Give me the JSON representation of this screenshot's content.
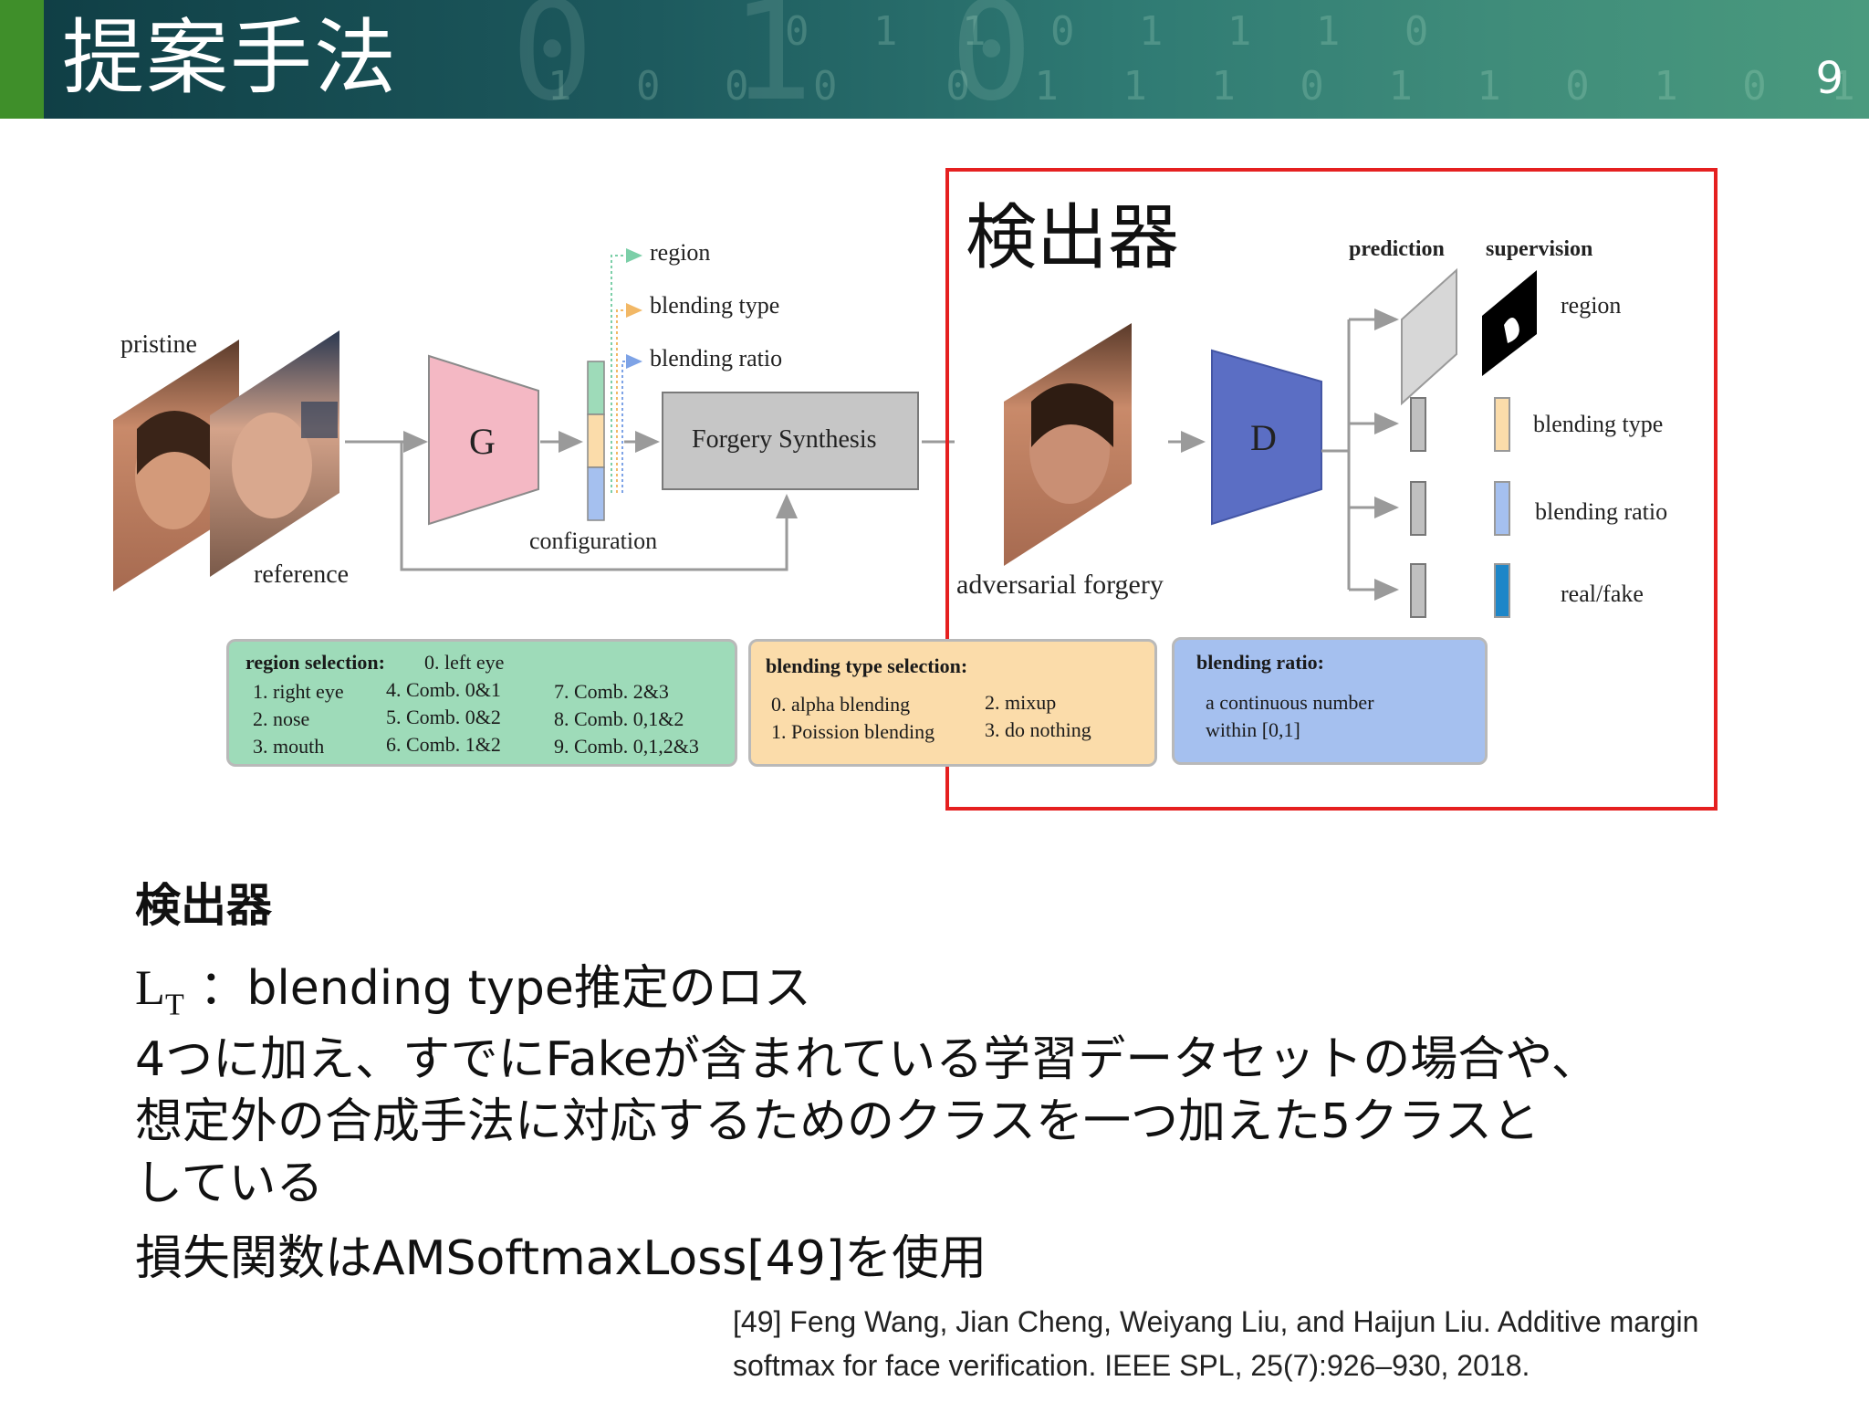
{
  "header": {
    "title": "提案手法",
    "page_number": "9",
    "bg_digits_row1": "0 1 1 0 1 1 1 0",
    "bg_digits_row2": "1 0 0 0  0 1 1 1 0 1 1 0 1 0 1",
    "bg_digits_big": "0 1 0"
  },
  "figure": {
    "detector_title": "検出器",
    "left": {
      "pristine": "pristine",
      "reference": "reference",
      "generator": "G",
      "configuration": "configuration",
      "region": "region",
      "blending_type": "blending type",
      "blending_ratio": "blending ratio",
      "forgery_synthesis": "Forgery Synthesis"
    },
    "right": {
      "adversarial_forgery": "adversarial forgery",
      "discriminator": "D",
      "prediction": "prediction",
      "supervision": "supervision",
      "region": "region",
      "blending_type": "blending type",
      "blending_ratio": "blending ratio",
      "real_fake": "real/fake"
    },
    "region_panel": {
      "heading": "region selection:",
      "item0": "0. left eye",
      "col1": [
        "1. right eye",
        "2. nose",
        "3. mouth"
      ],
      "col2": [
        "4. Comb. 0&1",
        "5. Comb. 0&2",
        "6. Comb. 1&2"
      ],
      "col3": [
        "7. Comb. 2&3",
        "8. Comb. 0,1&2",
        "9. Comb. 0,1,2&3"
      ]
    },
    "blending_panel": {
      "heading": "blending type selection:",
      "col1": [
        "0. alpha blending",
        "1. Poission blending"
      ],
      "col2": [
        "2. mixup",
        "3. do nothing"
      ]
    },
    "ratio_panel": {
      "heading": "blending ratio:",
      "line1": "a continuous number",
      "line2": "within [0,1]"
    },
    "colors": {
      "green": "#9edbb9",
      "orange": "#fbdcaa",
      "blue": "#a5c0ef",
      "g_block": "#f4b8c4",
      "d_block": "#5b6ec4",
      "gray_block": "#c0c0c0",
      "red_border": "#e52020",
      "real_fake_bar": "#1d86c8"
    }
  },
  "body": {
    "heading": "検出器",
    "lt_symbol": "L",
    "lt_subscript": "T",
    "line1_text": "：blending type推定のロス",
    "line2": "4つに加え、すでにFakeが含まれている学習データセットの場合や、",
    "line3": "想定外の合成手法に対応するためのクラスを一つ加えた5クラスと",
    "line4": "している",
    "line5": "損失関数はAMSoftmaxLoss[49]を使用"
  },
  "reference": {
    "line1": "[49] Feng Wang, Jian Cheng, Weiyang Liu, and Haijun Liu. Additive margin",
    "line2": "softmax for face verification. IEEE SPL, 25(7):926–930, 2018."
  }
}
